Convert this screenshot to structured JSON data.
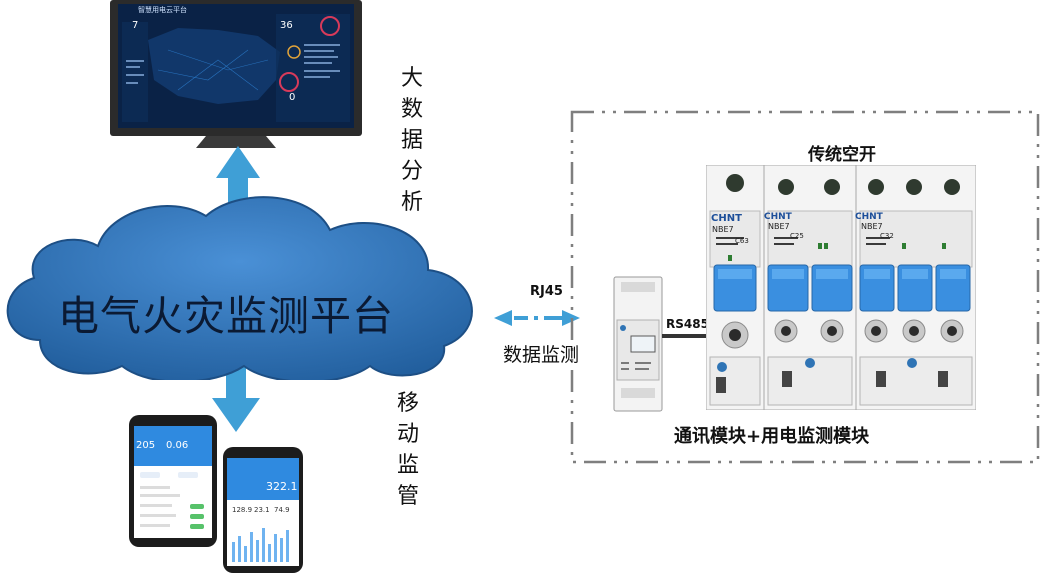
{
  "platform": {
    "title": "电气火灾监测平台"
  },
  "big_data": {
    "label": "大数据分析",
    "chars": [
      "大",
      "数",
      "据",
      "分",
      "析"
    ]
  },
  "mobile": {
    "label": "移动监管",
    "chars": [
      "移",
      "动",
      "监",
      "管"
    ]
  },
  "link": {
    "rj45": "RJ45",
    "data_monitor": "数据监测",
    "rs485": "RS485"
  },
  "breakers": {
    "title": "传统空开",
    "brand": "CHNT",
    "model": "NBE7",
    "ratings": [
      "C63",
      "C25",
      "C32"
    ]
  },
  "module": {
    "caption": "通讯模块+用电监测模块"
  },
  "monitor_screen": {
    "title": "智慧用电云平台",
    "stat_1": "7",
    "stat_2": "36",
    "stat_3": "0"
  },
  "phone_1": {
    "value_1": "205",
    "value_2": "0.06"
  },
  "phone_2": {
    "big_value": "322.1",
    "stats": [
      "128.9",
      "23.1",
      "74.9"
    ]
  },
  "colors": {
    "cloud": "#2f74b5",
    "arrow": "#3f9fd6",
    "dash_border": "#7f7f7f",
    "breaker_blue": "#3a8fe0"
  }
}
